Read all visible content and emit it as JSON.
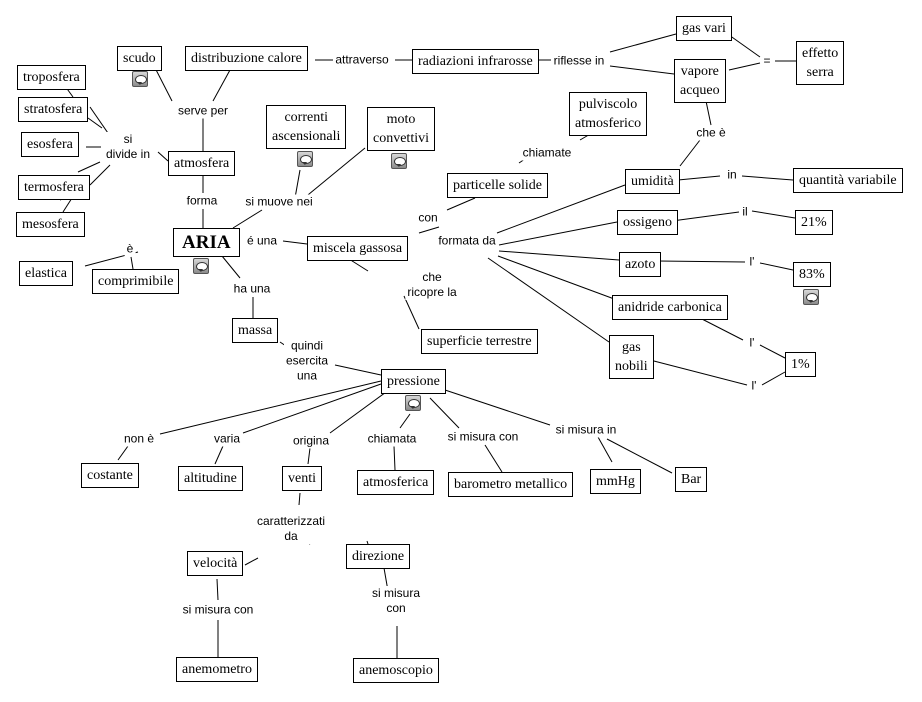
{
  "concepts": {
    "aria": "ARIA",
    "atmosfera": "atmosfera",
    "scudo": "scudo",
    "distribuzione_calore": "distribuzione calore",
    "radiazioni_infrarosse": "radiazioni infrarosse",
    "gas_vari": "gas vari",
    "vapore_acqueo": "vapore\nacqueo",
    "effetto_serra": "effetto\nserra",
    "troposfera": "troposfera",
    "stratosfera": "stratosfera",
    "esosfera": "esosfera",
    "termosfera": "termosfera",
    "mesosfera": "mesosfera",
    "correnti_ascensionali": "correnti\nascensionali",
    "moto_convettivi": "moto\nconvettivi",
    "pulviscolo_atmosferico": "pulviscolo\natmosferico",
    "particelle_solide": "particelle solide",
    "umidita": "umidità",
    "quantita_variabile": "quantità variabile",
    "ossigeno": "ossigeno",
    "perc_21": "21%",
    "azoto": "azoto",
    "perc_83": "83%",
    "anidride_carbonica": "anidride carbonica",
    "gas_nobili": "gas\nnobili",
    "perc_1": "1%",
    "miscela_gassosa": "miscela gassosa",
    "superficie_terrestre": "superficie terrestre",
    "elastica": "elastica",
    "comprimibile": "comprimibile",
    "massa": "massa",
    "pressione": "pressione",
    "costante": "costante",
    "altitudine": "altitudine",
    "venti": "venti",
    "atmosferica": "atmosferica",
    "barometro_metallico": "barometro metallico",
    "mmhg": "mmHg",
    "bar": "Bar",
    "velocita": "velocità",
    "direzione": "direzione",
    "anemometro": "anemometro",
    "anemoscopio": "anemoscopio"
  },
  "linking_phrases": {
    "serve_per": "serve per",
    "attraverso": "attraverso",
    "riflesse_in": "riflesse in",
    "uguale": "=",
    "si_divide_in": "si\ndivide in",
    "forma": "forma",
    "si_muove_nei": "si muove nei",
    "chiamate": "chiamate",
    "che_e": "che è",
    "con": "con",
    "in": "in",
    "il": "il",
    "l_azoto": "l'",
    "l_anidride": "l'",
    "l_gas": "l'",
    "formata_da": "formata da",
    "e_una": "é una",
    "e": "è",
    "che_ricopre_la": "che\nricopre la",
    "ha_una": "ha una",
    "quindi_esercita_una": "quindi\nesercita\nuna",
    "non_e": "non è",
    "varia": "varia",
    "origina": "origina",
    "chiamata": "chiamata",
    "si_misura_con": "si misura con",
    "si_misura_in": "si misura in",
    "caratterizzati_da": "caratterizzati\nda",
    "si_misura_con_vel": "si misura con",
    "si_misura_con_dir": "si misura\ncon"
  },
  "notes": [
    "scudo",
    "correnti_ascensionali",
    "moto_convettivi",
    "aria",
    "perc_83",
    "pressione"
  ],
  "colors": {
    "line": "#000000",
    "node_border": "#000000",
    "background": "#ffffff"
  }
}
